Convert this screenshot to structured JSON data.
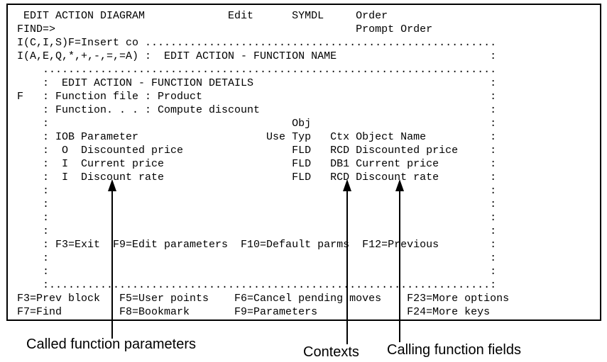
{
  "screen": {
    "lines": [
      " EDIT ACTION DIAGRAM             Edit      SYMDL     Order",
      "FIND=>                                               Prompt Order",
      "I(C,I,S)F=Insert co .......................................................",
      "I(A,E,Q,*,+,-,=,=A) :  EDIT ACTION - FUNCTION NAME                        :",
      "    .......................................................................",
      "    :  EDIT ACTION - FUNCTION DETAILS                                     :",
      "F   : Function file : Product                                             :",
      "    : Function. . . : Compute discount                                    :",
      "    :                                      Obj                            :",
      "    : IOB Parameter                    Use Typ   Ctx Object Name          :",
      "    :  O  Discounted price                 FLD   RCD Discounted price     :",
      "    :  I  Current price                    FLD   DB1 Current price        :",
      "    :  I  Discount rate                    FLD   RCD Discount rate        :",
      "    :                                                                     :",
      "    :                                                                     :",
      "    :                                                                     :",
      "    :                                                                     :",
      "    : F3=Exit  F9=Edit parameters  F10=Default parms  F12=Previous        :",
      "    :                                                                     :",
      "    :                                                                     :",
      "    :.....................................................................:",
      "F3=Prev block   F5=User points    F6=Cancel pending moves    F23=More options",
      "F7=Find         F8=Bookmark       F9=Parameters              F24=More keys"
    ]
  },
  "callouts": [
    {
      "label": "Called function parameters"
    },
    {
      "label": "Contexts"
    },
    {
      "label": "Calling function fields"
    }
  ],
  "colors": {
    "foreground": "#000000",
    "background": "#ffffff"
  }
}
